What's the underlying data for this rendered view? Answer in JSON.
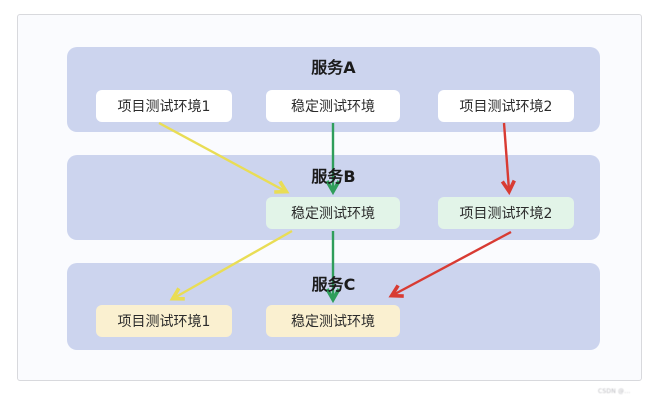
{
  "colors": {
    "section_fill": "#ccd4ee",
    "card_fill": "#fafbfe",
    "node_white": "#ffffff",
    "node_mint": "#e2f4e8",
    "node_cream": "#faf0d0",
    "arrow_yellow": "#e9dd55",
    "arrow_green": "#2f9e5b",
    "arrow_red": "#d83b33"
  },
  "diagram": {
    "sections": [
      {
        "title": "服务A",
        "nodes": [
          {
            "label": "项目测试环境1",
            "fill": "#ffffff"
          },
          {
            "label": "稳定测试环境",
            "fill": "#ffffff"
          },
          {
            "label": "项目测试环境2",
            "fill": "#ffffff"
          }
        ]
      },
      {
        "title": "服务B",
        "nodes": [
          {
            "label": "稳定测试环境",
            "fill": "#e2f4e8"
          },
          {
            "label": "项目测试环境2",
            "fill": "#e2f4e8"
          }
        ]
      },
      {
        "title": "服务C",
        "nodes": [
          {
            "label": "项目测试环境1",
            "fill": "#faf0d0"
          },
          {
            "label": "稳定测试环境",
            "fill": "#faf0d0"
          }
        ]
      }
    ],
    "edges": [
      {
        "from": "服务A.项目测试环境1",
        "to": "服务B.稳定测试环境",
        "color": "#e9dd55"
      },
      {
        "from": "服务A.稳定测试环境",
        "to": "服务B.稳定测试环境",
        "color": "#2f9e5b"
      },
      {
        "from": "服务A.项目测试环境2",
        "to": "服务B.项目测试环境2",
        "color": "#d83b33"
      },
      {
        "from": "服务B.稳定测试环境",
        "to": "服务C.项目测试环境1",
        "color": "#e9dd55"
      },
      {
        "from": "服务B.稳定测试环境",
        "to": "服务C.稳定测试环境",
        "color": "#2f9e5b"
      },
      {
        "from": "服务B.项目测试环境2",
        "to": "服务C.稳定测试环境",
        "color": "#d83b33"
      }
    ]
  },
  "watermark": {
    "text": "CSDN @..."
  }
}
